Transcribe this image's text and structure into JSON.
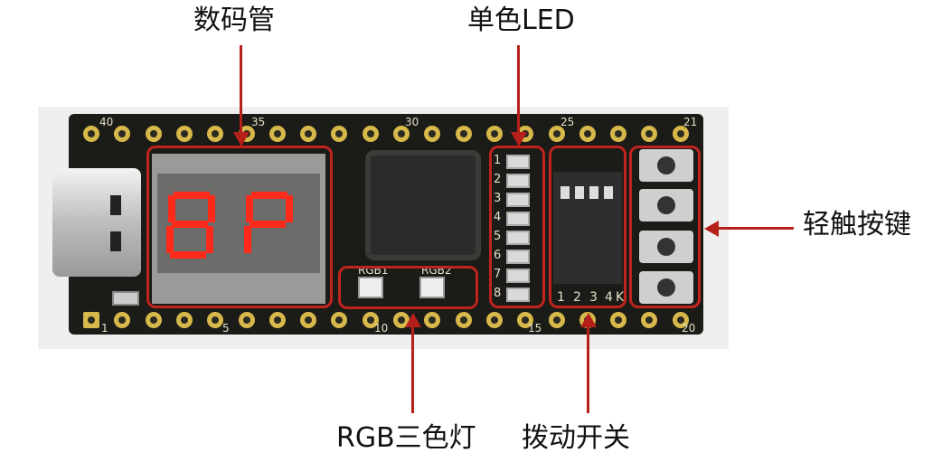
{
  "labels": {
    "display": "数码管",
    "single_led": "单色LED",
    "buttons": "轻触按键",
    "rgb_led": "RGB三色灯",
    "dip_switch": "拨动开关"
  },
  "silkscreen": {
    "top_pins": [
      "40",
      "35",
      "30",
      "25",
      "21"
    ],
    "bottom_pins": [
      "1",
      "5",
      "10",
      "15",
      "20"
    ],
    "led_numbers": [
      "1",
      "2",
      "3",
      "4",
      "5",
      "6",
      "7",
      "8"
    ],
    "rgb_names": [
      "RGB1",
      "RGB2"
    ],
    "dip_numbers": [
      "1",
      "2",
      "3",
      "4"
    ],
    "dip_k": "K"
  },
  "colors": {
    "highlight": "#c0241e",
    "segment": "#ff2a1a",
    "pcb": "#1b1b17",
    "pin": "#d7b84a"
  }
}
